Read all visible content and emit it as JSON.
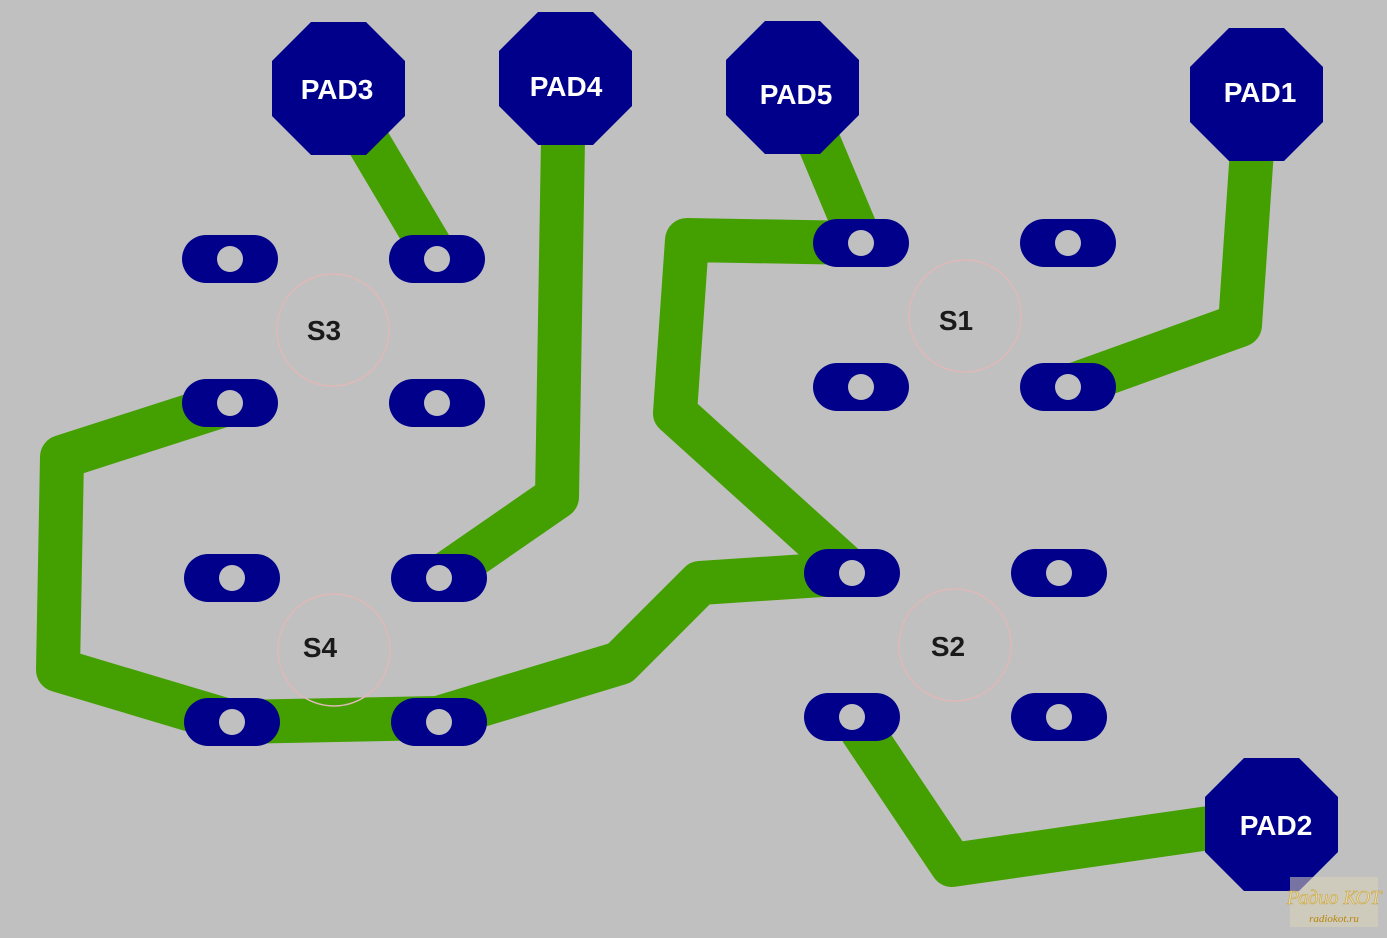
{
  "pads": [
    {
      "id": "pad3",
      "label": "PAD3"
    },
    {
      "id": "pad4",
      "label": "PAD4"
    },
    {
      "id": "pad5",
      "label": "PAD5"
    },
    {
      "id": "pad1",
      "label": "PAD1"
    },
    {
      "id": "pad2",
      "label": "PAD2"
    }
  ],
  "switches": [
    {
      "id": "s3",
      "label": "S3"
    },
    {
      "id": "s1",
      "label": "S1"
    },
    {
      "id": "s4",
      "label": "S4"
    },
    {
      "id": "s2",
      "label": "S2"
    }
  ],
  "watermark": {
    "title": "Радио КОТ",
    "url": "radiokot.ru"
  },
  "colors": {
    "background": "#c0c0c0",
    "copper_pad": "#00008b",
    "trace": "#44a000",
    "drill": "#c0c0c0",
    "silkscreen_outline": "#e0b8b8"
  }
}
